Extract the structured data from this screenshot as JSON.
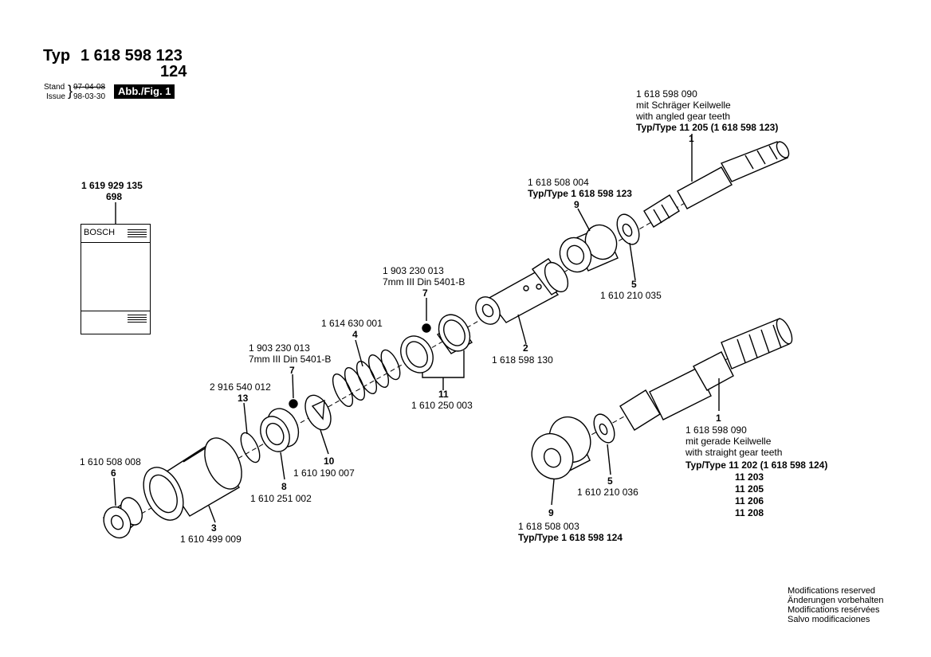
{
  "header": {
    "typ_label": "Typ",
    "typ_number": "1 618 598 123",
    "typ_suffix": "124",
    "stand_label": "Stand",
    "issue_label": "Issue",
    "stand_date": "97-04-08",
    "issue_date": "98-03-30",
    "figure_label": "Abb./Fig. 1"
  },
  "manual": {
    "part_no": "1 619 929 135",
    "code": "698",
    "brand": "BOSCH"
  },
  "parts": {
    "p1_top": {
      "index": "1",
      "number": "1 618 598 090",
      "desc_de": "mit Schräger Keilwelle",
      "desc_en": "with angled gear teeth",
      "types": "Typ/Type 11 205 (1 618 598 123)"
    },
    "p9_top": {
      "index": "9",
      "number": "1 618 508 004",
      "types": "Typ/Type 1 618 598 123"
    },
    "p5_top": {
      "index": "5",
      "number": "1 610 210 035"
    },
    "p7_top": {
      "index": "7",
      "number": "1 903 230 013",
      "spec": "7mm III Din 5401-B"
    },
    "p2": {
      "index": "2",
      "number": "1 618 598 130"
    },
    "p4": {
      "index": "4",
      "number": "1 614 630 001"
    },
    "p11": {
      "index": "11",
      "number": "1 610 250 003"
    },
    "p7_left": {
      "index": "7",
      "number": "1 903 230 013",
      "spec": "7mm III Din 5401-B"
    },
    "p13": {
      "index": "13",
      "number": "2 916 540 012"
    },
    "p10": {
      "index": "10",
      "number": "1 610 190 007"
    },
    "p8": {
      "index": "8",
      "number": "1 610 251 002"
    },
    "p6": {
      "index": "6",
      "number": "1 610 508 008"
    },
    "p3": {
      "index": "3",
      "number": "1 610 499 009"
    },
    "p1_bottom": {
      "index": "1",
      "number": "1 618 598 090",
      "desc_de": "mit gerade Keilwelle",
      "desc_en": "with straight gear teeth",
      "types": "Typ/Type 11 202 (1 618 598 124)",
      "extra_types": [
        "11 203",
        "11 205",
        "11 206",
        "11 208"
      ]
    },
    "p5_bottom": {
      "index": "5",
      "number": "1 610 210 036"
    },
    "p9_bottom": {
      "index": "9",
      "number": "1 618 508 003",
      "types": "Typ/Type 1 618 598 124"
    }
  },
  "footer": {
    "notes": [
      "Modifications reserved",
      "Änderungen vorbehalten",
      "Modifications resérvées",
      "Salvo modificaciones"
    ]
  }
}
